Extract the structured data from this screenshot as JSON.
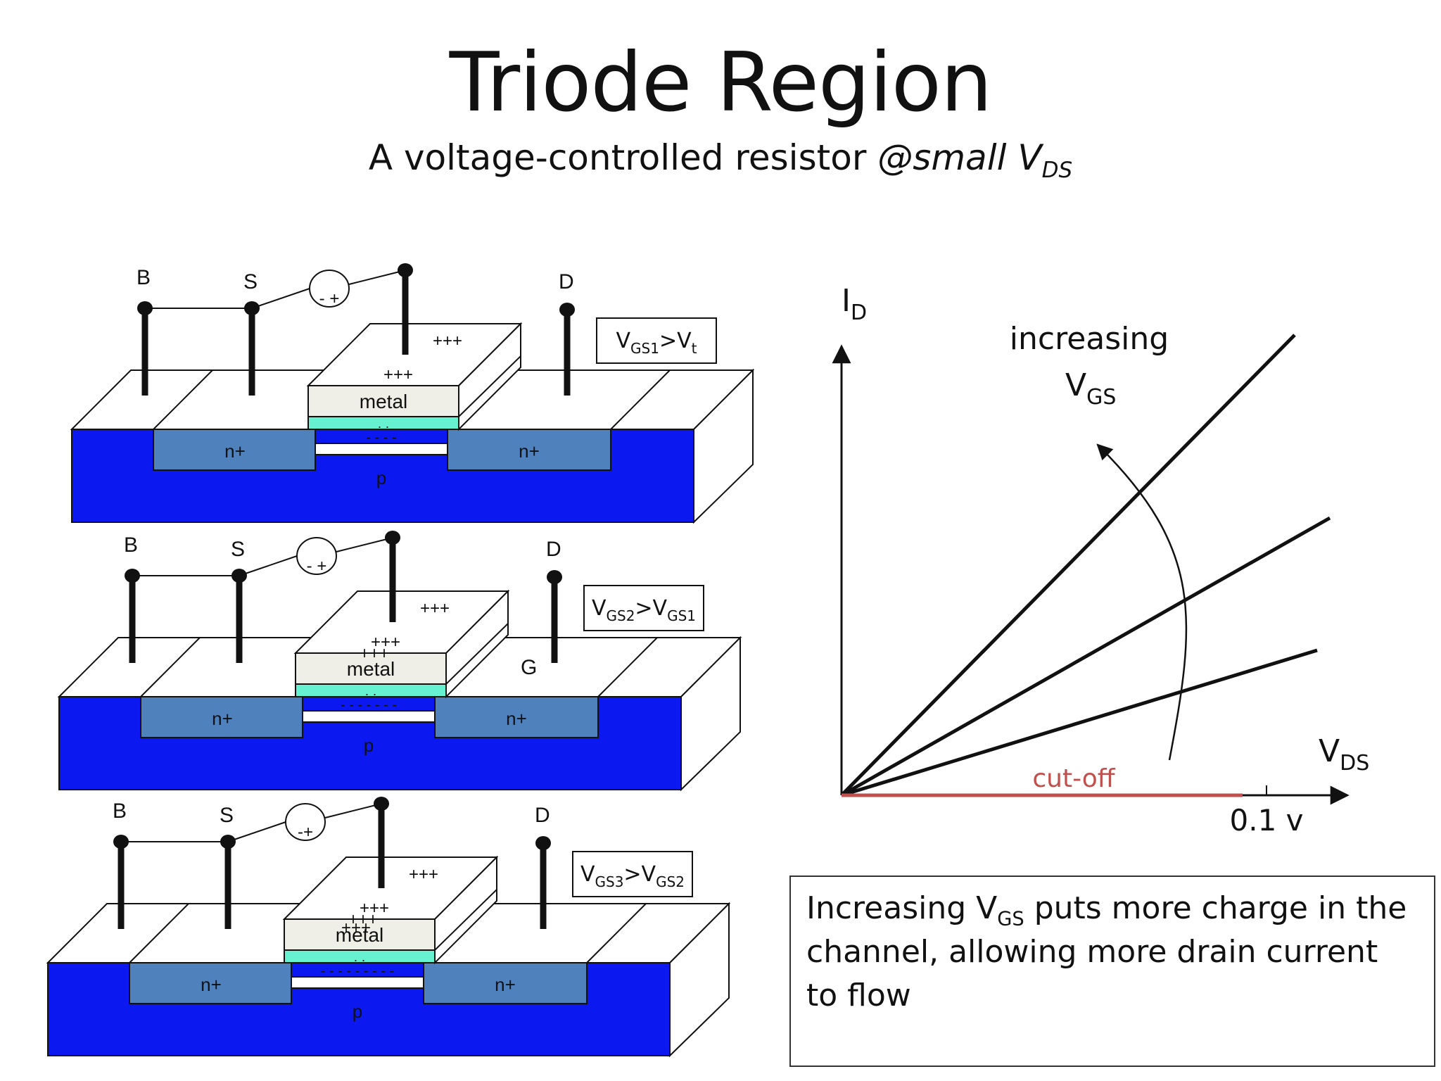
{
  "slide": {
    "title": "Triode Region",
    "subtitle_main": "A voltage-controlled resistor",
    "subtitle_italic": "@small V",
    "subtitle_sub": "DS"
  },
  "mosfets": [
    {
      "terminal_b": "B",
      "terminal_s": "S",
      "terminal_d": "D",
      "source_sign": "- +",
      "label_v": "V",
      "label_sub1": "GS1",
      "label_mid": ">V",
      "label_sub2": "t",
      "gate_label": "metal",
      "well_left": "n+",
      "well_right": "n+",
      "substrate": "p",
      "gate_top_charge": "+++",
      "gate_front_charges": [
        "+++"
      ],
      "channel_charge": "-   -   -   -",
      "oxide_charge": "· ·",
      "extra_label": ""
    },
    {
      "terminal_b": "B",
      "terminal_s": "S",
      "terminal_d": "D",
      "source_sign": "- +",
      "label_v": "V",
      "label_sub1": "GS2",
      "label_mid": ">V",
      "label_sub2": "GS1",
      "gate_label": "metal",
      "well_left": "n+",
      "well_right": "n+",
      "substrate": "p",
      "gate_top_charge": "+++",
      "gate_front_charges": [
        "+++",
        "+++"
      ],
      "channel_charge": "- - - - - - -",
      "oxide_charge": "· ·",
      "extra_label": "G"
    },
    {
      "terminal_b": "B",
      "terminal_s": "S",
      "terminal_d": "D",
      "source_sign": "-+",
      "label_v": "V",
      "label_sub1": "GS3",
      "label_mid": ">V",
      "label_sub2": "GS2",
      "gate_label": "metal",
      "well_left": "n+",
      "well_right": "n+",
      "substrate": "p",
      "gate_top_charge": "+++",
      "gate_front_charges": [
        "+++",
        "+++",
        "+++"
      ],
      "channel_charge": "- - - - - - - - -",
      "oxide_charge": "· ·",
      "extra_label": ""
    }
  ],
  "graph": {
    "y_label": "I",
    "y_label_sub": "D",
    "x_label": "V",
    "x_label_sub": "DS",
    "arrow_label_line1": "increasing",
    "arrow_label_v": "V",
    "arrow_label_sub": "GS",
    "cutoff_label": "cut-off",
    "x_tick_label": "0.1 v",
    "cutoff_color": "#c0504d",
    "line_slopes": [
      0.65,
      0.42,
      0.21
    ]
  },
  "note": {
    "pre": "Increasing V",
    "sub": "GS",
    "post": " puts more charge in the channel, allowing more drain current to flow"
  },
  "colors": {
    "substrate": "#0b19f0",
    "n_well": "#4f81bd",
    "oxide": "#66f2d0",
    "metal": "#efefe7"
  }
}
